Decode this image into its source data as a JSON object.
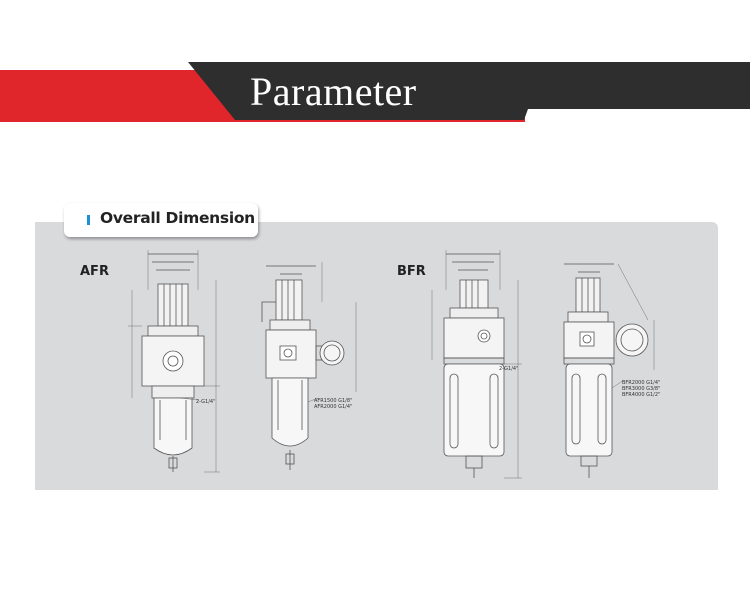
{
  "header": {
    "title": "Parameter",
    "colors": {
      "red": "#e0262b",
      "dark": "#2e2e2f"
    }
  },
  "section": {
    "title": "Overall Dimension",
    "bullet_color": "#1f8fd8",
    "panel_color": "#d9dadc"
  },
  "models": [
    {
      "label": "AFR"
    },
    {
      "label": "BFR"
    }
  ],
  "callouts": {
    "afr_front_port": "2-G1/4\"",
    "afr_side_models": [
      "AFR1500 G1/8\"",
      "AFR2000 G1/4\""
    ],
    "bfr_front_port": "2-G1/4\"",
    "bfr_side_models": [
      "BFR2000 G1/4\"",
      "BFR3000 G3/8\"",
      "BFR4000 G1/2\""
    ]
  }
}
